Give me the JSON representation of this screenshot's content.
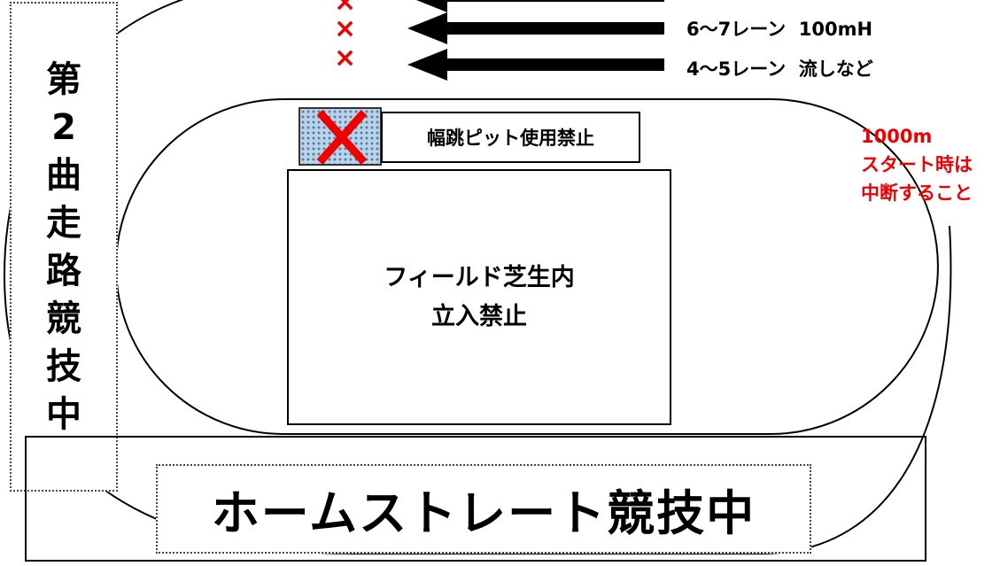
{
  "banner_second_curve": [
    "第",
    "2",
    "曲",
    "走",
    "路",
    "競",
    "技",
    "中"
  ],
  "lane_note_top": "6〜7レーン  100mH",
  "lane_note_bottom": "4〜5レーン  流しなど",
  "x_mark": "×",
  "long_jump_notice": "幅跳ピット使用禁止",
  "field_notice": {
    "line1": "フィールド芝生内",
    "line2": "立入禁止"
  },
  "warning": {
    "line1": "1000m",
    "line2": "スタート時は",
    "line3": "中断すること",
    "color": "#e00000"
  },
  "home_straight_banner": "ホームストレート競技中",
  "icons": {
    "arrows": "left-arrow-icon",
    "pit_cross": "red-cross-icon"
  }
}
